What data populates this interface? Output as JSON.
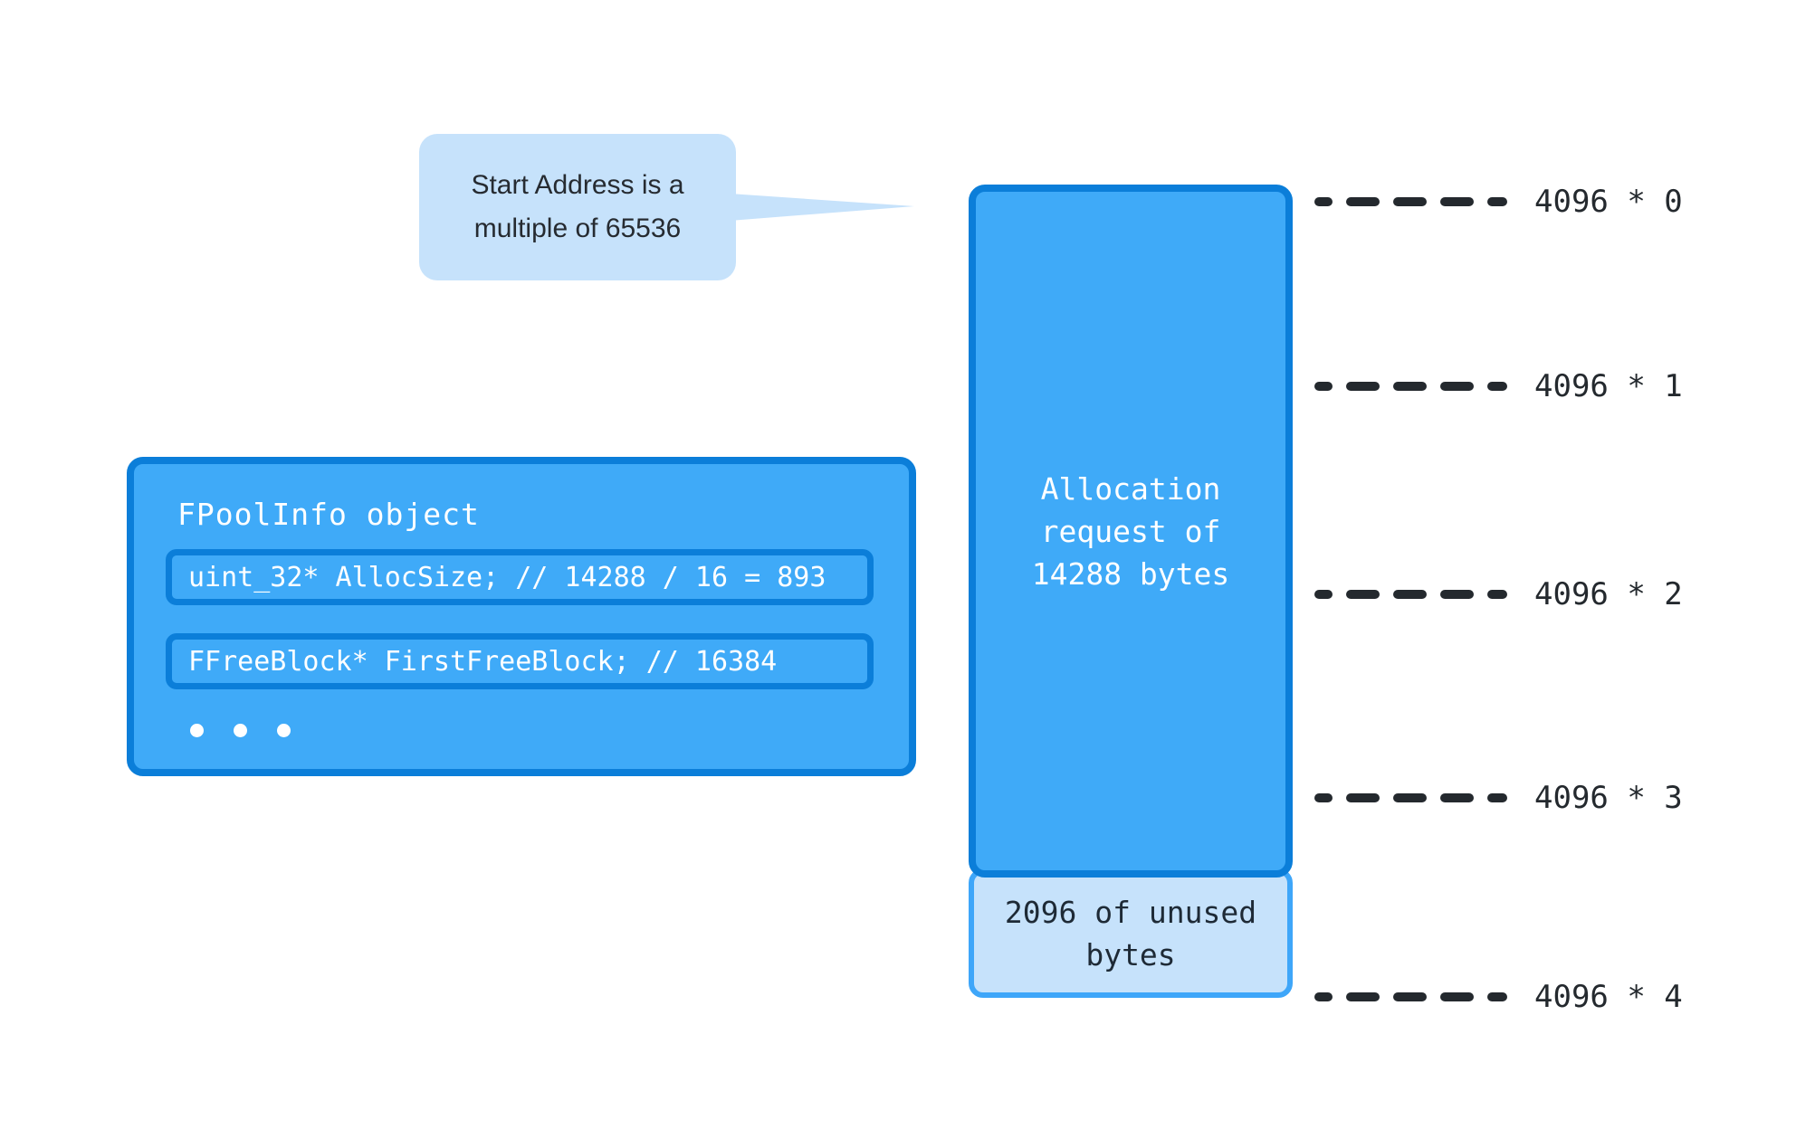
{
  "callout": {
    "lines": [
      "Start Address is a",
      "multiple of 65536"
    ]
  },
  "pool": {
    "title": "FPoolInfo object",
    "fields": [
      "uint_32* AllocSize; // 14288 / 16 = 893",
      "FFreeBlock* FirstFreeBlock; // 16384"
    ]
  },
  "allocation": {
    "lines": [
      "Allocation",
      "request of",
      "14288 bytes"
    ]
  },
  "unused": {
    "lines": [
      "2096 of unused",
      "bytes"
    ]
  },
  "markers": [
    {
      "label": "4096 * 0"
    },
    {
      "label": "4096 * 1"
    },
    {
      "label": "4096 * 2"
    },
    {
      "label": "4096 * 3"
    },
    {
      "label": "4096 * 4"
    }
  ],
  "colors": {
    "accent_blue": "#3FAAF8",
    "border_blue": "#0B7ED9",
    "light_blue": "#C6E2FB",
    "medium_blue": "#3EA6F9",
    "ink": "#24292E",
    "text_white": "#FFFFFF",
    "background": "#FFFFFF"
  }
}
